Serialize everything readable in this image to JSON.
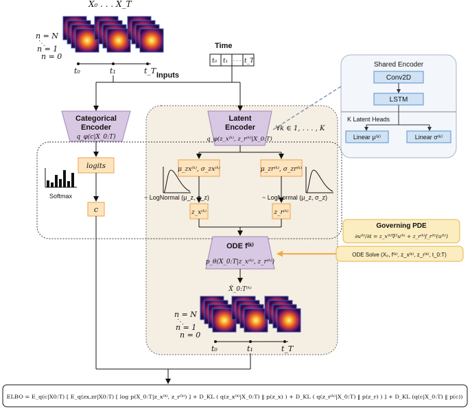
{
  "top": {
    "series_label": "X₀ . . . X_T",
    "n_labels": [
      "n = N",
      "n = 1",
      "n = 0"
    ],
    "time_ticks": [
      "t₀",
      "t₁",
      "t_T"
    ],
    "time_label": "Time",
    "time_cells": [
      "t₀",
      "t₁",
      "·  ·  ·",
      "t_T"
    ],
    "inputs_label": "Inputs"
  },
  "shared_encoder": {
    "title": "Shared Encoder",
    "conv_label": "Conv2D",
    "lstm_label": "LSTM",
    "heads_label": "K Latent Heads",
    "linear_mu": "Linear μ⁽ᵏ⁾",
    "linear_sigma": "Linear σ⁽ᵏ⁾"
  },
  "categorical_encoder": {
    "title_line1": "Categorical",
    "title_line2": "Encoder",
    "dist": "q_φ(c|X_0:T)",
    "logits": "logits",
    "softmax": "Softmax",
    "c_label": "c"
  },
  "latent_encoder": {
    "title_line1": "Latent",
    "title_line2": "Encoder",
    "dist": "q_φ(z_x⁽ᵏ⁾, z_r⁽ᵏ⁾|X_0:T)",
    "forall": "∀k ∈ 1, . . . , K",
    "mu_sigma_x": "μ_zx⁽ᵏ⁾, σ_zx⁽ᵏ⁾",
    "mu_sigma_r": "μ_zr⁽ᵏ⁾, σ_zr⁽ᵏ⁾",
    "lognormal_x": "~ LogNormal (μ_z, σ_z)",
    "lognormal_r": "~ LogNormal (μ_z, σ_z)",
    "zx": "z_x⁽ᵏ⁾",
    "zr": "z_r⁽ᵏ⁾"
  },
  "decoder": {
    "title": "ODE f⁽ᵏ⁾",
    "dist": "p_θ(X_0:T|z_x⁽ᵏ⁾, z_r⁽ᵏ⁾)",
    "output_label": "X̂_0:T⁽ᵏ⁾",
    "n_labels": [
      "n = N",
      "n = 1",
      "n = 0"
    ],
    "time_ticks": [
      "t₀",
      "t₁",
      "t_T"
    ]
  },
  "pde": {
    "title": "Governing PDE",
    "equation": "∂u⁽ᵏ⁾/∂t = z_x⁽ᵏ⁾∇²u⁽ᵏ⁾ + z_r⁽ᵏ⁾f_r⁽ᵏ⁾(u⁽ᵏ⁾)",
    "ode_solve": "ODE Solve (X₀, f⁽ᵏ⁾, z_x⁽ᵏ⁾, z_r⁽ᵏ⁾, t_0:T)"
  },
  "elbo": {
    "text": "ELBO = E_q(c|X0:T) [ E_q(zx,zr|X0:T) [ log p(X_0:T|z_x⁽ᵏ⁾, z_r⁽ᵏ⁾) ] + D_KL ( q(z_x⁽ᵏ⁾|X_0:T) ‖ p(z_x) ) + D_KL ( q(z_r⁽ᵏ⁾|X_0:T) ‖ p(z_r) ) ] + D_KL (q(c|X_0:T) ‖ p(c))"
  },
  "colors": {
    "encoder_fill": "#d9c8e3",
    "node_fill": "#fde4bd",
    "node_stroke": "#e9a24b",
    "pde_fill": "#fbedc0",
    "pde_stroke": "#e3b64a",
    "latent_region": "#f5eee2",
    "shared_box": "#f3f6fb",
    "blue_node": "#cfe3f5",
    "blue_stroke": "#5b8fc9",
    "arrow_orange": "#f4a940",
    "dashed_blue": "#7d96b6"
  }
}
